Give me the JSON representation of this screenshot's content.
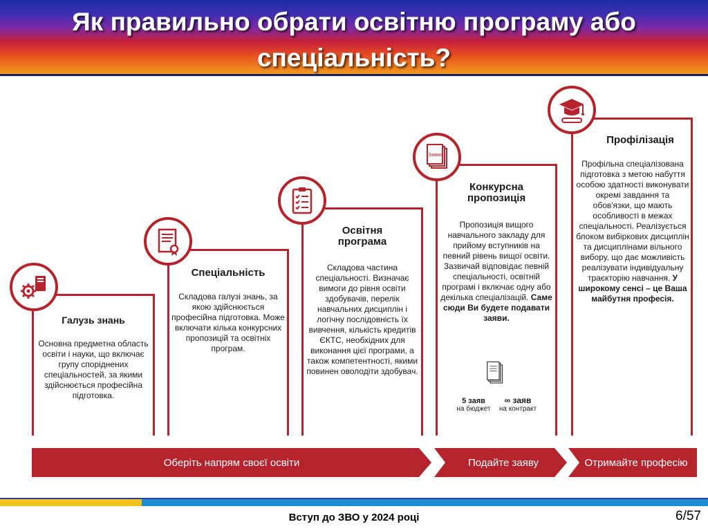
{
  "slide": {
    "title": "Як правильно обрати освітню програму або спеціальність?",
    "footer": "Вступ до ЗВО у 2024 році",
    "page": "6/57"
  },
  "steps": [
    {
      "title": "Галузь знань",
      "text": "Основна предметна область освіти і науки, що включає групу споріднених спеціальностей, за якими здійснюється професійна підготовка.",
      "icon": "gears-book-icon"
    },
    {
      "title": "Спеціальність",
      "text": "Складова галузі знань, за якою здійснюється професійна підготовка. Може включати кілька конкурсних пропозицій та освітніх програм.",
      "icon": "certificate-icon"
    },
    {
      "title": "Освітня програма",
      "text": "Складова частина спеціальності. Визначає вимоги до рівня освіти здобувачів, перелік навчальних дисциплін і логічну послідовність їх вивчення, кількість кредитів ЄКТС, необхідних для виконання цієї програми, а також компетентності, якими повинен оволодіти здобувач.",
      "icon": "checklist-icon"
    },
    {
      "title": "Конкурсна пропозиція",
      "text": "Пропозиція вищого навчального закладу для прийому вступників на певний рівень вищої освіти. Зазвичай відповідає певній спеціальності, освітній програмі і включає одну або декілька спеціалізацій.",
      "bold_text": "Саме сюди Ви будете подавати заяви.",
      "icon": "applications-icon",
      "icon_label": "Заяви",
      "stats": [
        {
          "value": "5 заяв",
          "caption": "на бюджет"
        },
        {
          "value": "∞ заяв",
          "caption": "на контракт"
        }
      ]
    },
    {
      "title": "Профілізація",
      "text": "Профільна спеціалізована підготовка з метою набуття особою здатності виконувати окремі завдання та обов'язки, що мають особливості в межах спеціальності. Реалізується блоком вибіркових дисциплін та дисциплінами вільного вибору, що дає можливість реалізувати індивідуальну траєкторію навчання.",
      "bold_text": "У широкому сенсі – це Ваша майбутня професія.",
      "icon": "graduation-cap-icon"
    }
  ],
  "arrows": [
    {
      "label": "Оберіть напрям своєї освіти"
    },
    {
      "label": "Подайте заяву"
    },
    {
      "label": "Отримайте професію"
    }
  ],
  "colors": {
    "accent": "#b5232c"
  }
}
